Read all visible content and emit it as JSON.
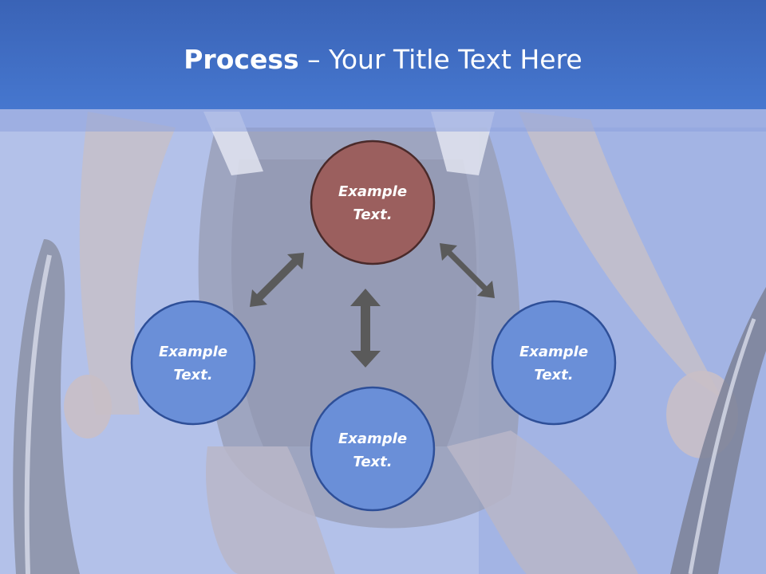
{
  "title": {
    "bold": "Process",
    "dash": " – ",
    "rest": "Your Title Text Here"
  },
  "nodes": {
    "top": {
      "line1": "Example",
      "line2": "Text.",
      "fill": "#9b5f5e",
      "stroke": "#4a2a2a"
    },
    "left": {
      "line1": "Example",
      "line2": "Text.",
      "fill": "#6a8fd8",
      "stroke": "#2e4f98"
    },
    "bottom": {
      "line1": "Example",
      "line2": "Text.",
      "fill": "#6a8fd8",
      "stroke": "#2e4f98"
    },
    "right": {
      "line1": "Example",
      "line2": "Text.",
      "fill": "#6a8fd8",
      "stroke": "#2e4f98"
    }
  },
  "colors": {
    "title_bar": "#4677cf",
    "arrow": "#5a5a5a",
    "background": "#aebde6"
  }
}
